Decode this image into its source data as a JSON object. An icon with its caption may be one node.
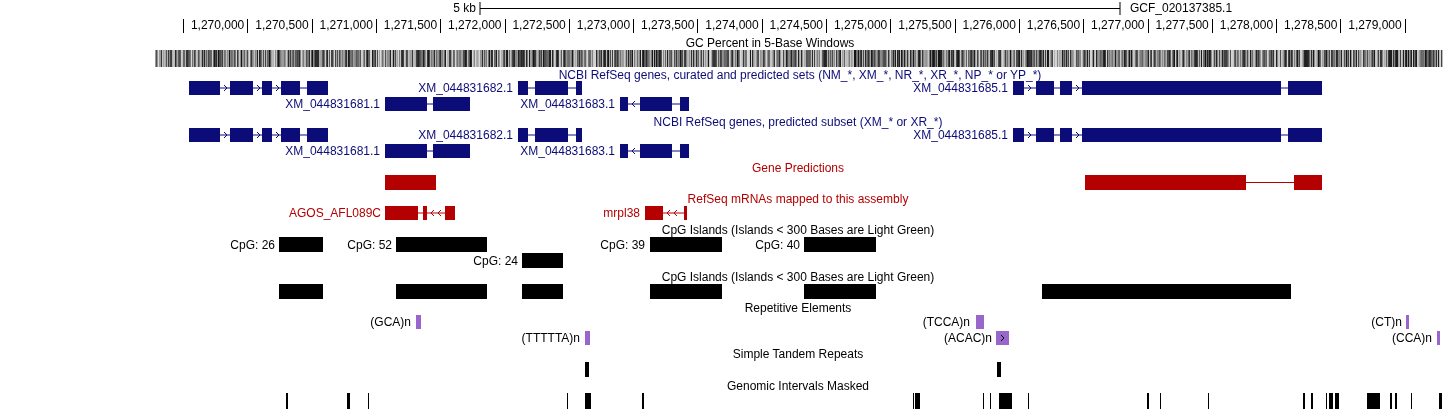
{
  "diagram": {
    "labels": [
      "5 kb",
      "GCF_020137385.1",
      "1,270,000",
      "1,270,500",
      "1,271,000",
      "1,271,500",
      "1,272,000",
      "1,272,500",
      "1,273,000",
      "1,273,500",
      "1,274,000",
      "1,274,500",
      "1,275,000",
      "1,275,500",
      "1,276,000",
      "1,276,500",
      "1,277,000",
      "1,277,500",
      "1,278,000",
      "1,278,500",
      "1,279,000",
      "GC Percent in 5-Base Windows",
      "NCBI RefSeq genes, curated and predicted sets (NM_*, XM_*, NR_*, XR_*, NP_* or YP_*)",
      "XM_044831682.1",
      "XM_044831685.1",
      "XM_044831681.1",
      "XM_044831683.1",
      "NCBI RefSeq genes, predicted subset (XM_* or XR_*)",
      "XM_044831682.1",
      "XM_044831685.1",
      "XM_044831681.1",
      "XM_044831683.1",
      "Gene Predictions",
      "RefSeq mRNAs mapped to this assembly",
      "AGOS_AFL089C",
      "mrpl38",
      "CpG Islands (Islands < 300 Bases are Light Green)",
      "CpG: 26",
      "CpG: 52",
      "CpG: 39",
      "CpG: 40",
      "CpG: 24",
      "CpG Islands (Islands < 300 Bases are Light Green)",
      "Repetitive Elements",
      "(GCA)n",
      "(TCCA)n",
      "(CT)n",
      "(TTTTTA)n",
      "(ACAC)n",
      "(CCA)n",
      "Simple Tandem Repeats",
      "Genomic Intervals Masked"
    ]
  }
}
